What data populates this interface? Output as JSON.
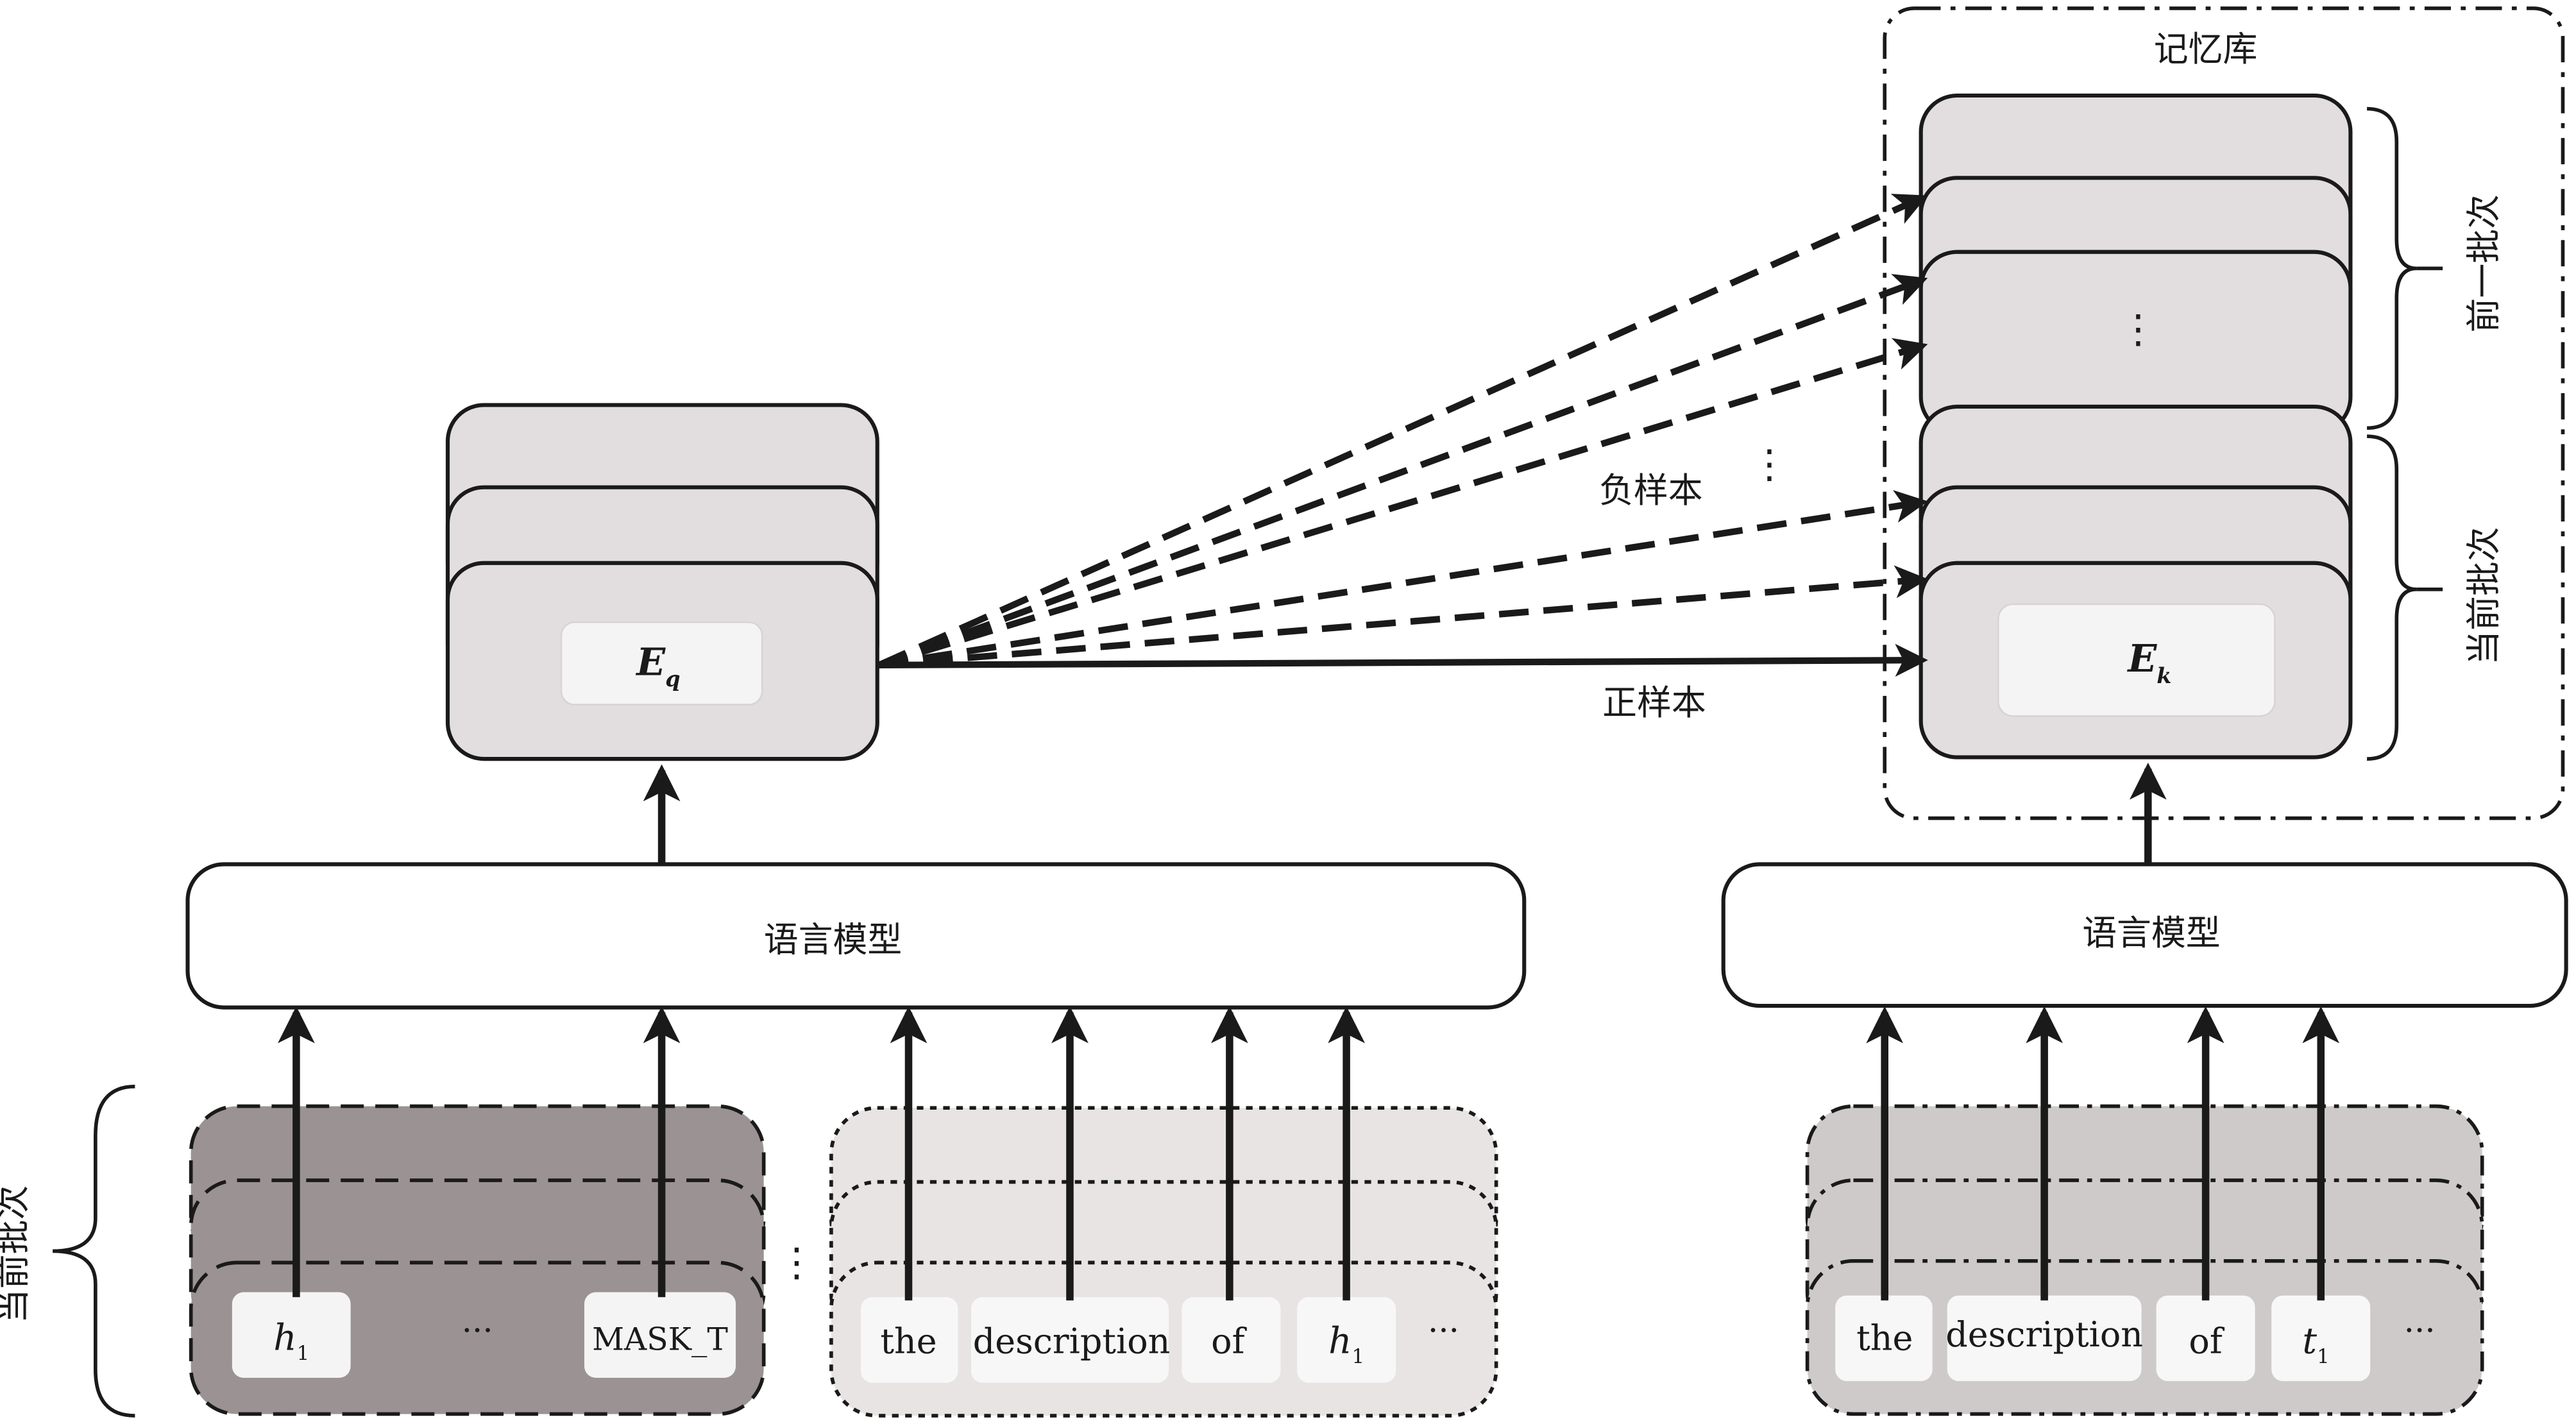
{
  "memory_bank": {
    "title": "记忆库",
    "previous_batch_label": "前一批次",
    "current_batch_label": "当前批次",
    "previous_dots": "⋮",
    "key_embedding_base": "E",
    "key_embedding_sub": "k"
  },
  "query": {
    "embedding_base": "E",
    "embedding_sub": "q"
  },
  "edges": {
    "negative_label": "负样本",
    "positive_label": "正样本",
    "negative_dots": "⋮"
  },
  "language_model": {
    "left_label": "语言模型",
    "right_label": "语言模型"
  },
  "left_input": {
    "current_batch_label": "当前批次",
    "token_h1_base": "h",
    "token_h1_sub": "1",
    "ellipsis": "···",
    "mask_token": "MASK_T",
    "between_stacks_dots": "⋮"
  },
  "left_description": {
    "tokens": [
      "the",
      "description",
      "of"
    ],
    "last_base": "h",
    "last_sub": "1",
    "ellipsis": "···"
  },
  "right_description": {
    "tokens": [
      "the",
      "description",
      "of"
    ],
    "last_base": "t",
    "last_sub": "1",
    "ellipsis": "···"
  },
  "colors": {
    "stroke": "#1a1a1a",
    "embedding_card": "#e2dedf",
    "inner_chip": "#f5f4f4",
    "left_input_fill": "#9b9393",
    "desc_fill": "#e8e4e4",
    "right_input_fill": "#cfcaca"
  }
}
